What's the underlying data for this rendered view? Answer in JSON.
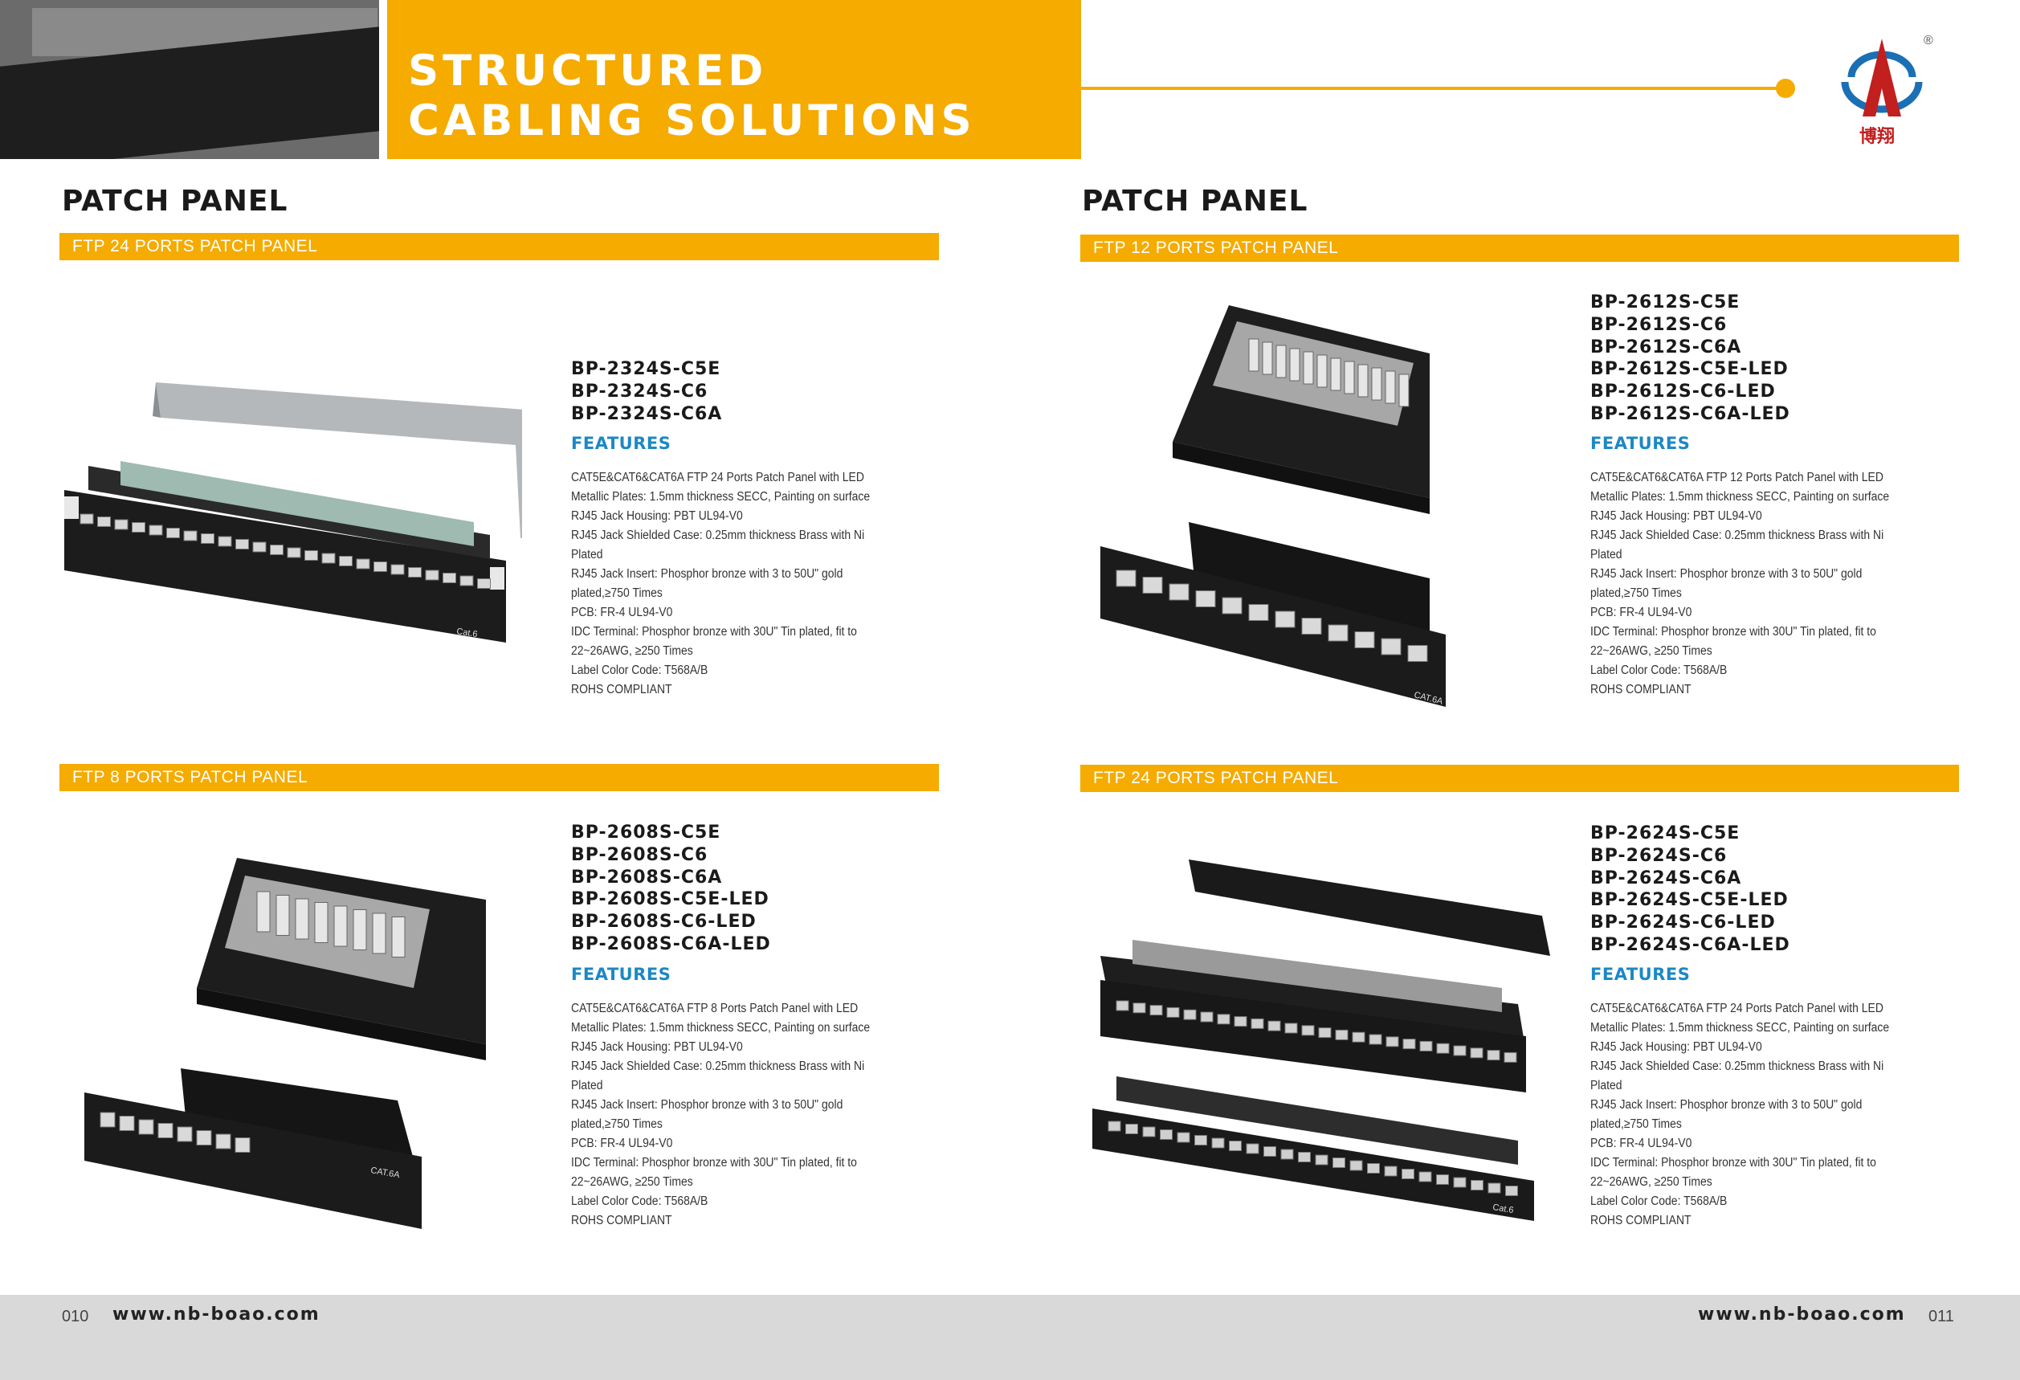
{
  "header": {
    "title_line1": "STRUCTURED",
    "title_line2": "CABLING SOLUTIONS",
    "logo_text": "博翔",
    "logo_reg": "®"
  },
  "left_page": {
    "heading": "PATCH PANEL",
    "page_number": "010",
    "website": "www.nb-boao.com"
  },
  "right_page": {
    "heading": "PATCH PANEL",
    "page_number": "011",
    "website": "www.nb-boao.com"
  },
  "products": [
    {
      "section": "FTP 24 PORTS PATCH PANEL",
      "models": [
        "BP-2324S-C5E",
        "BP-2324S-C6",
        "BP-2324S-C6A"
      ],
      "features_title": "FEATURES",
      "features": [
        "CAT5E&CAT6&CAT6A FTP 24 Ports Patch Panel with LED",
        "Metallic Plates: 1.5mm thickness SECC, Painting on surface",
        "RJ45 Jack Housing: PBT UL94-V0",
        "RJ45 Jack Shielded Case: 0.25mm thickness Brass with Ni",
        "Plated",
        "RJ45 Jack Insert: Phosphor bronze with 3 to 50U\" gold",
        "plated,≥750 Times",
        "PCB: FR-4 UL94-V0",
        "IDC Terminal: Phosphor bronze with 30U\" Tin plated, fit to",
        "22~26AWG, ≥250 Times",
        "Label Color Code: T568A/B",
        "ROHS COMPLIANT"
      ]
    },
    {
      "section": "FTP 12 PORTS PATCH PANEL",
      "models": [
        "BP-2612S-C5E",
        "BP-2612S-C6",
        "BP-2612S-C6A",
        "BP-2612S-C5E-LED",
        "BP-2612S-C6-LED",
        "BP-2612S-C6A-LED"
      ],
      "features_title": "FEATURES",
      "features": [
        "CAT5E&CAT6&CAT6A FTP 12 Ports Patch Panel with LED",
        "Metallic Plates: 1.5mm thickness SECC, Painting on surface",
        "RJ45 Jack Housing: PBT UL94-V0",
        "RJ45 Jack Shielded Case: 0.25mm thickness Brass with Ni",
        "Plated",
        "RJ45 Jack Insert: Phosphor bronze with 3 to 50U\" gold",
        "plated,≥750 Times",
        "PCB: FR-4 UL94-V0",
        "IDC Terminal: Phosphor bronze with 30U\" Tin plated, fit to",
        "22~26AWG, ≥250 Times",
        "Label Color Code: T568A/B",
        "ROHS COMPLIANT"
      ]
    },
    {
      "section": "FTP 8 PORTS PATCH PANEL",
      "models": [
        "BP-2608S-C5E",
        "BP-2608S-C6",
        "BP-2608S-C6A",
        "BP-2608S-C5E-LED",
        "BP-2608S-C6-LED",
        "BP-2608S-C6A-LED"
      ],
      "features_title": "FEATURES",
      "features": [
        "CAT5E&CAT6&CAT6A FTP 8 Ports Patch Panel with LED",
        "Metallic Plates: 1.5mm thickness SECC, Painting on surface",
        "RJ45 Jack Housing: PBT UL94-V0",
        "RJ45 Jack Shielded Case: 0.25mm thickness Brass with Ni",
        "Plated",
        "RJ45 Jack Insert: Phosphor bronze with 3 to 50U\" gold",
        "plated,≥750 Times",
        "PCB: FR-4 UL94-V0",
        "IDC Terminal: Phosphor bronze with 30U\" Tin plated, fit to",
        "22~26AWG, ≥250 Times",
        "Label Color Code: T568A/B",
        "ROHS COMPLIANT"
      ]
    },
    {
      "section": "FTP 24 PORTS PATCH PANEL",
      "models": [
        "BP-2624S-C5E",
        "BP-2624S-C6",
        "BP-2624S-C6A",
        "BP-2624S-C5E-LED",
        "BP-2624S-C6-LED",
        "BP-2624S-C6A-LED"
      ],
      "features_title": "FEATURES",
      "features": [
        "CAT5E&CAT6&CAT6A FTP 24 Ports Patch Panel with LED",
        "Metallic Plates: 1.5mm thickness SECC, Painting on surface",
        "RJ45 Jack Housing: PBT UL94-V0",
        "RJ45 Jack Shielded Case: 0.25mm thickness Brass with Ni",
        "Plated",
        "RJ45 Jack Insert: Phosphor bronze with 3 to 50U\" gold",
        "plated,≥750 Times",
        "PCB: FR-4 UL94-V0",
        "IDC Terminal: Phosphor bronze with 30U\" Tin plated, fit to",
        "22~26AWG, ≥250 Times",
        "Label Color Code: T568A/B",
        "ROHS COMPLIANT"
      ]
    }
  ],
  "panel_labels": {
    "cat6": "Cat.6",
    "cat6a": "CAT.6A"
  },
  "colors": {
    "accent": "#f5ab00",
    "features_blue": "#1c88c4",
    "logo_red": "#c21f1f",
    "logo_blue": "#1b6fb5"
  }
}
